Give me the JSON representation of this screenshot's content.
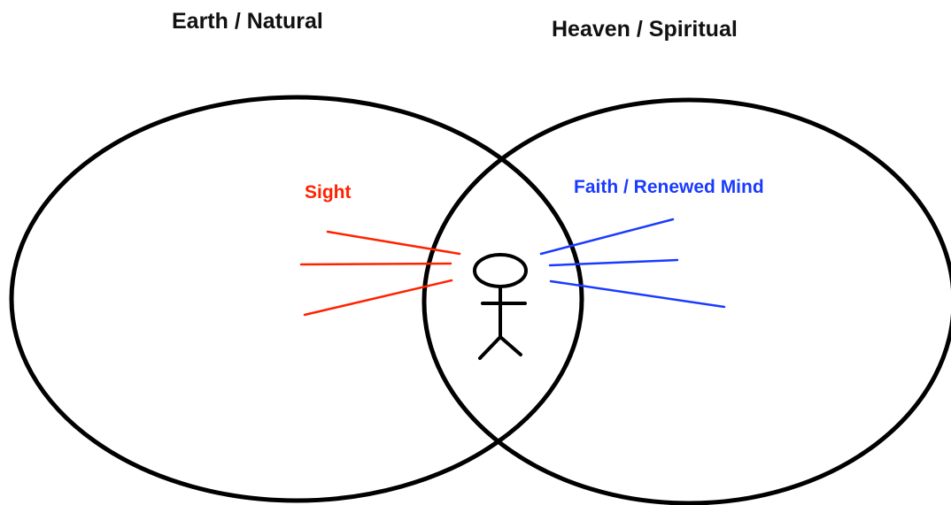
{
  "titles": {
    "left": "Earth / Natural",
    "right": "Heaven / Spiritual"
  },
  "labels": {
    "sight": "Sight",
    "faith": "Faith / Renewed Mind"
  },
  "colors": {
    "outline": "#000000",
    "sight": "#ff2200",
    "faith": "#1a3bff",
    "title": "#111111",
    "background": "#ffffff"
  }
}
